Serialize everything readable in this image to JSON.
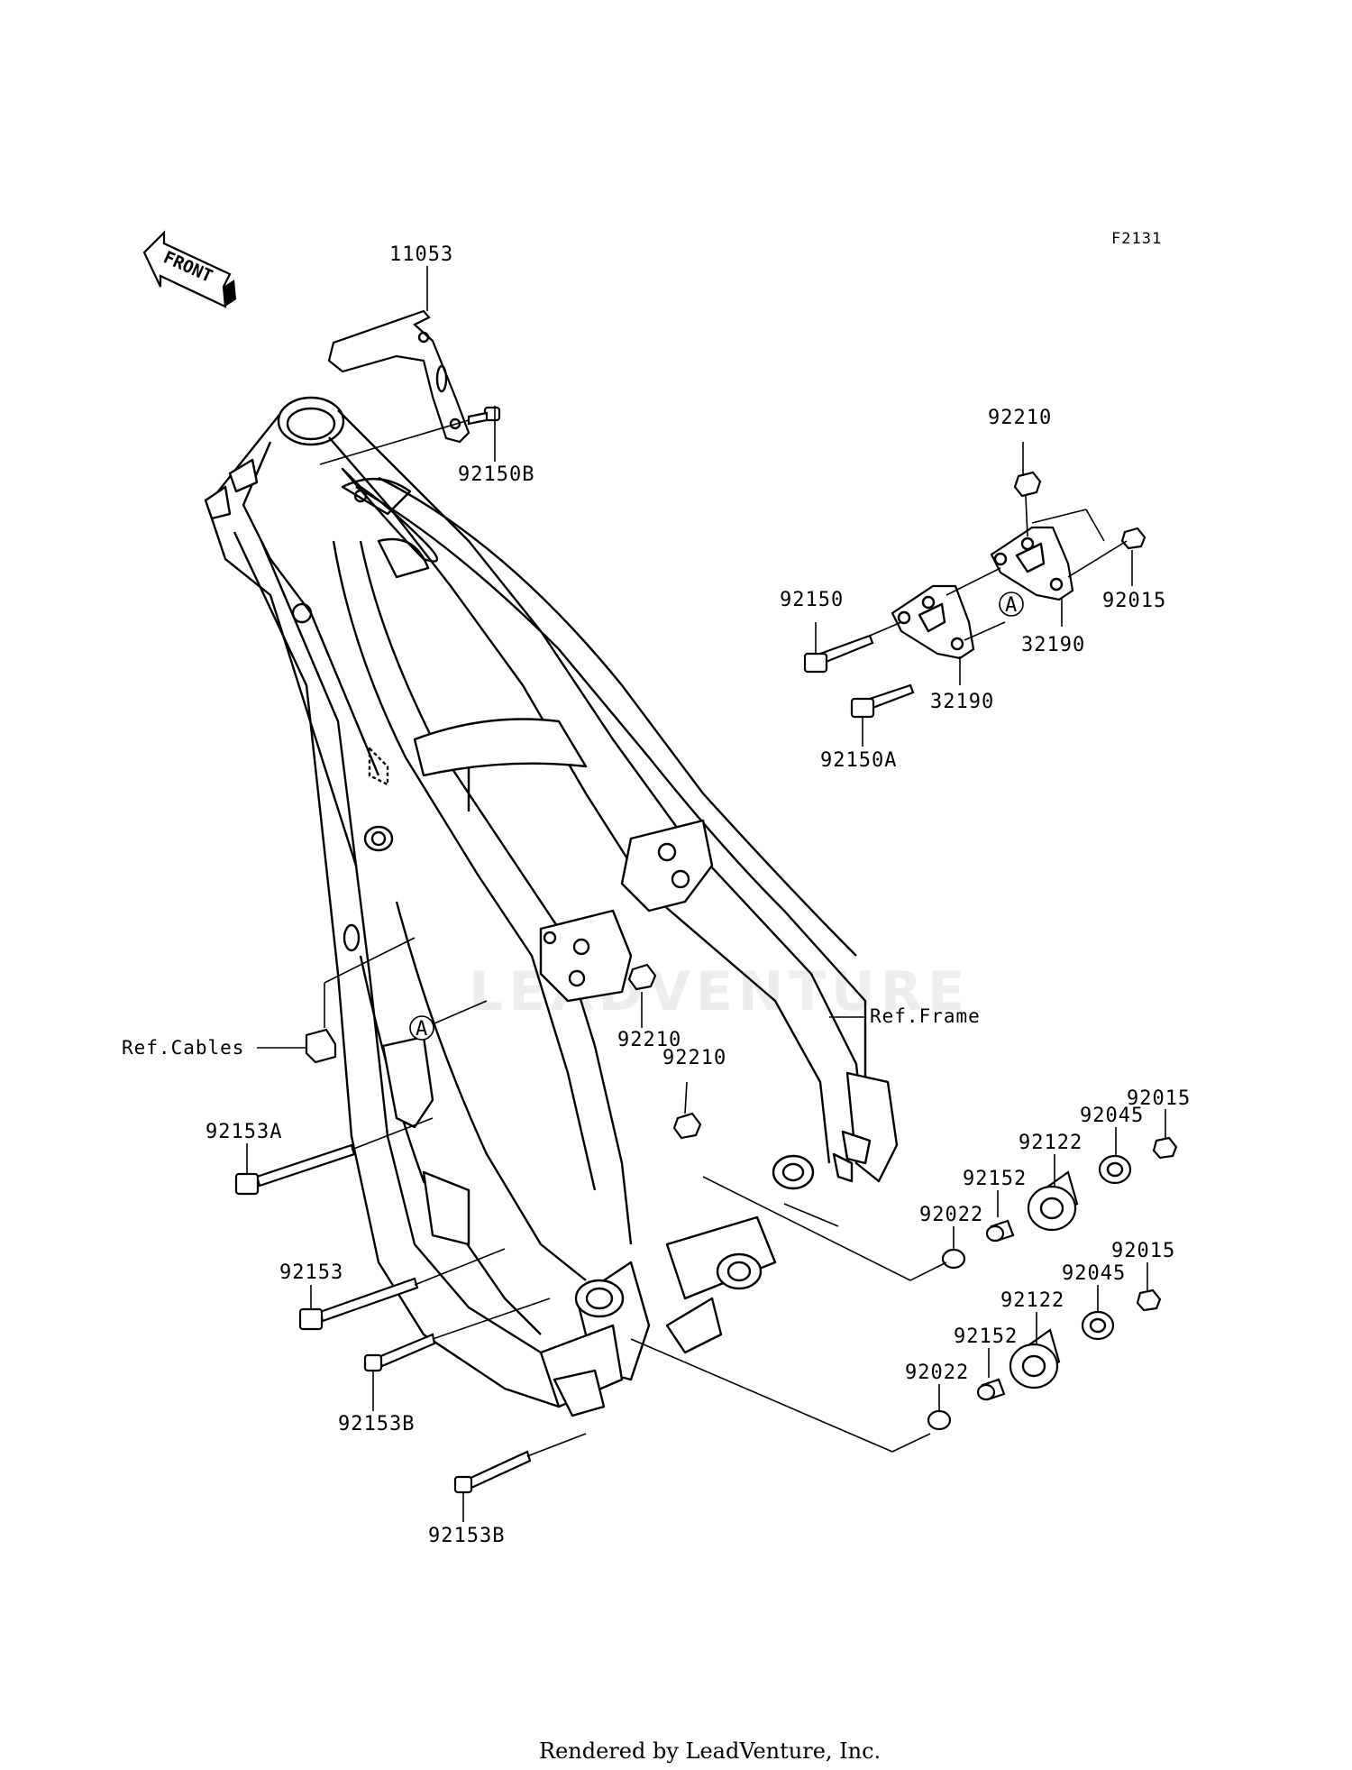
{
  "figure_code": "F2131",
  "front_arrow": {
    "label": "FRONT",
    "icon": "front-direction-arrow-icon"
  },
  "watermark": "LEADVENTURE",
  "footer": "Rendered by LeadVenture, Inc.",
  "callout_marker": "A",
  "labels": {
    "p11053": "11053",
    "p92150B": "92150B",
    "p92210_top": "92210",
    "p92015_top": "92015",
    "p92150": "92150",
    "p32190_a": "32190",
    "p32190_b": "32190",
    "p92150A": "92150A",
    "ref_frame": "Ref.Frame",
    "ref_cables": "Ref.Cables",
    "p92210_mid1": "92210",
    "p92210_mid2": "92210",
    "p92153A": "92153A",
    "p92153": "92153",
    "p92153B_1": "92153B",
    "p92153B_2": "92153B",
    "p92015_r1": "92015",
    "p92045_r1": "92045",
    "p92122_r1": "92122",
    "p92152_r1": "92152",
    "p92022_r1": "92022",
    "p92015_r2": "92015",
    "p92045_r2": "92045",
    "p92122_r2": "92122",
    "p92152_r2": "92152",
    "p92022_r2": "92022"
  },
  "colors": {
    "line": "#000000",
    "background": "#ffffff",
    "watermark": "#ededed"
  }
}
